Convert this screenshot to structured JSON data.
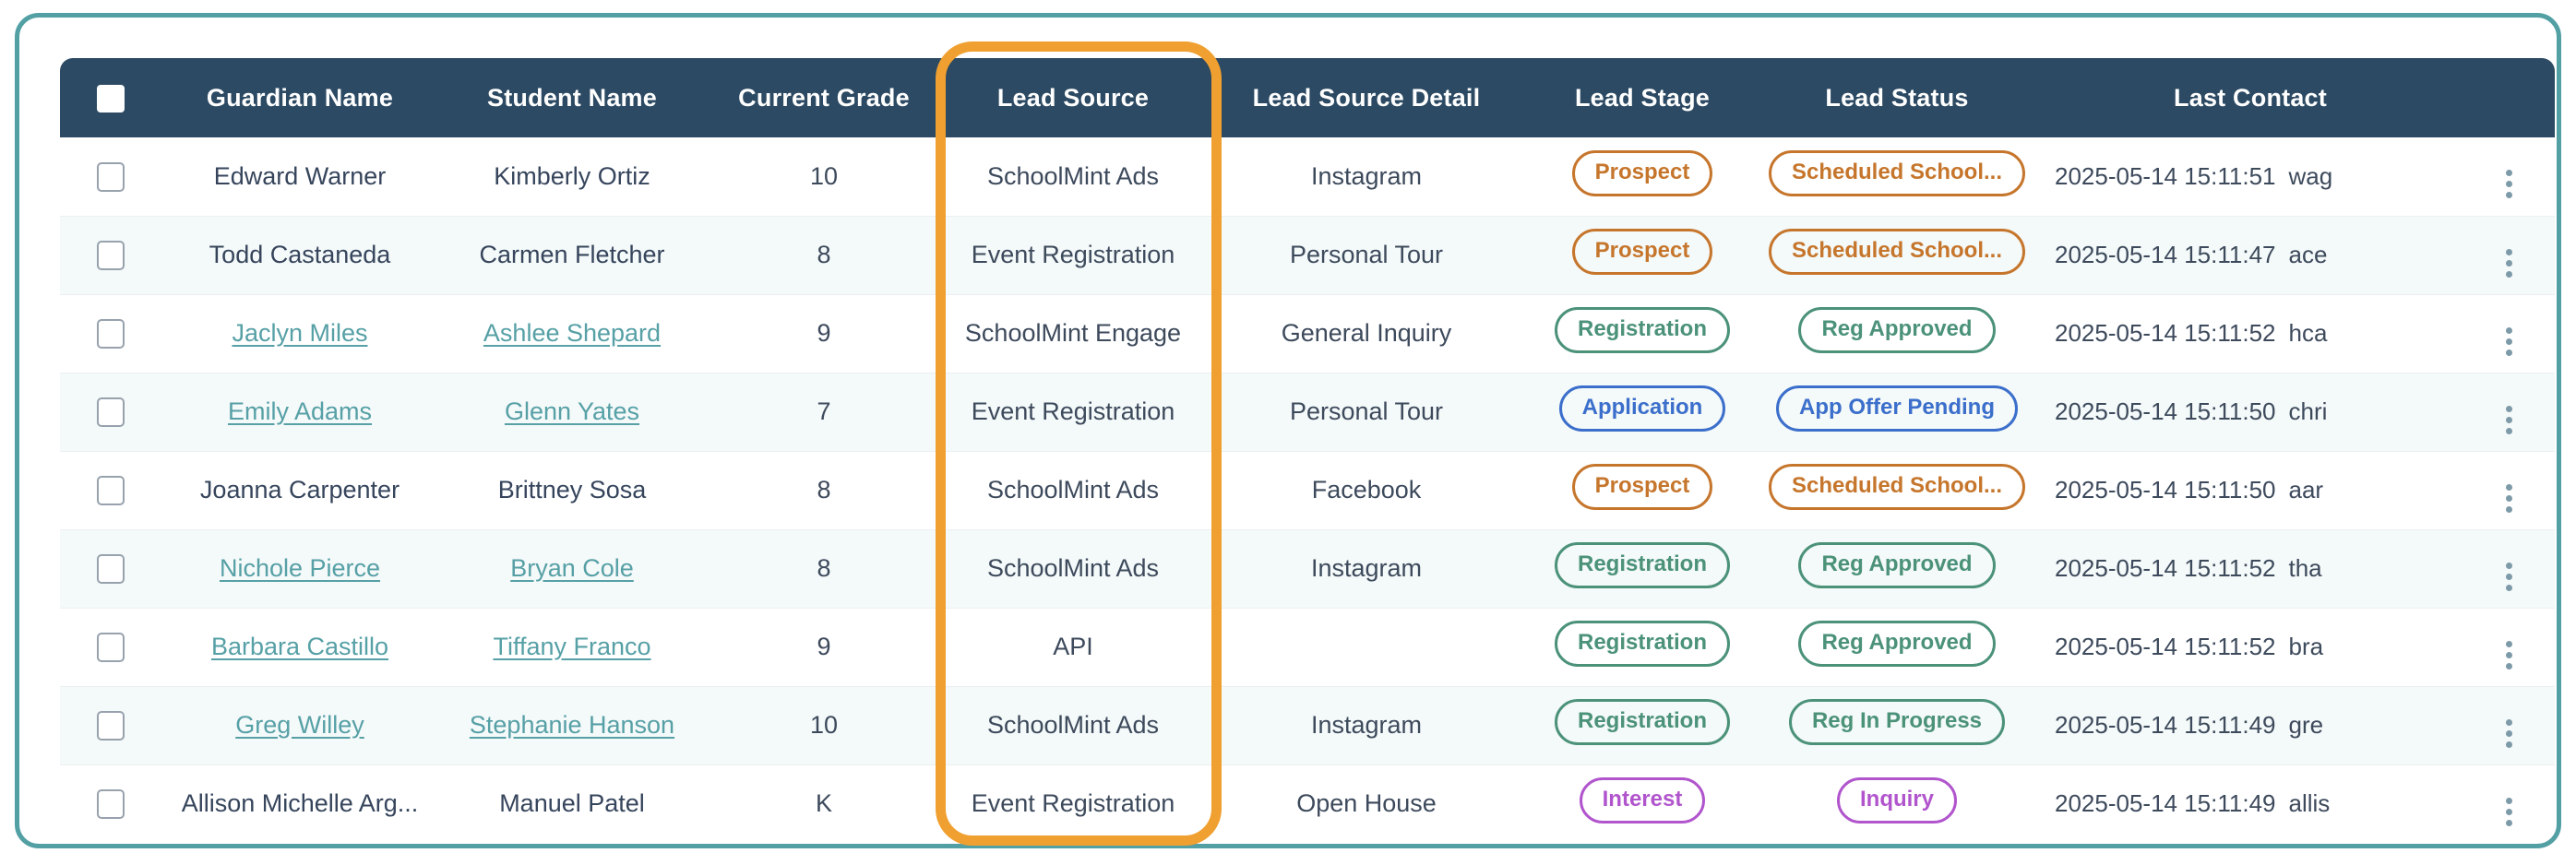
{
  "table": {
    "columns": [
      {
        "key": "select",
        "label": ""
      },
      {
        "key": "guardian",
        "label": "Guardian Name"
      },
      {
        "key": "student",
        "label": "Student Name"
      },
      {
        "key": "grade",
        "label": "Current Grade"
      },
      {
        "key": "source",
        "label": "Lead Source"
      },
      {
        "key": "detail",
        "label": "Lead Source Detail"
      },
      {
        "key": "stage",
        "label": "Lead Stage"
      },
      {
        "key": "status",
        "label": "Lead Status"
      },
      {
        "key": "last",
        "label": "Last Contact"
      },
      {
        "key": "menu",
        "label": ""
      }
    ],
    "select_all_checked": true,
    "rows": [
      {
        "guardian": "Edward Warner",
        "guardian_link": false,
        "student": "Kimberly Ortiz",
        "student_link": false,
        "grade": "10",
        "source": "SchoolMint Ads",
        "detail": "Instagram",
        "stage": "Prospect",
        "stage_color": "orange",
        "status": "Scheduled School...",
        "status_color": "orange",
        "last_time": "2025-05-14 15:11:51",
        "last_frag": "wag"
      },
      {
        "guardian": "Todd Castaneda",
        "guardian_link": false,
        "student": "Carmen Fletcher",
        "student_link": false,
        "grade": "8",
        "source": "Event Registration",
        "detail": "Personal Tour",
        "stage": "Prospect",
        "stage_color": "orange",
        "status": "Scheduled School...",
        "status_color": "orange",
        "last_time": "2025-05-14 15:11:47",
        "last_frag": "ace"
      },
      {
        "guardian": "Jaclyn Miles",
        "guardian_link": true,
        "student": "Ashlee Shepard",
        "student_link": true,
        "grade": "9",
        "source": "SchoolMint Engage",
        "detail": "General Inquiry",
        "stage": "Registration",
        "stage_color": "green",
        "status": "Reg Approved",
        "status_color": "green",
        "last_time": "2025-05-14 15:11:52",
        "last_frag": "hca"
      },
      {
        "guardian": "Emily Adams",
        "guardian_link": true,
        "student": "Glenn Yates",
        "student_link": true,
        "grade": "7",
        "source": "Event Registration",
        "detail": "Personal Tour",
        "stage": "Application",
        "stage_color": "blue",
        "status": "App Offer Pending",
        "status_color": "blue",
        "last_time": "2025-05-14 15:11:50",
        "last_frag": "chri"
      },
      {
        "guardian": "Joanna Carpenter",
        "guardian_link": false,
        "student": "Brittney Sosa",
        "student_link": false,
        "grade": "8",
        "source": "SchoolMint Ads",
        "detail": "Facebook",
        "stage": "Prospect",
        "stage_color": "orange",
        "status": "Scheduled School...",
        "status_color": "orange",
        "last_time": "2025-05-14 15:11:50",
        "last_frag": "aar"
      },
      {
        "guardian": "Nichole Pierce",
        "guardian_link": true,
        "student": "Bryan Cole",
        "student_link": true,
        "grade": "8",
        "source": "SchoolMint Ads",
        "detail": "Instagram",
        "stage": "Registration",
        "stage_color": "green",
        "status": "Reg Approved",
        "status_color": "green",
        "last_time": "2025-05-14 15:11:52",
        "last_frag": "tha"
      },
      {
        "guardian": "Barbara Castillo",
        "guardian_link": true,
        "student": "Tiffany Franco",
        "student_link": true,
        "grade": "9",
        "source": "API",
        "detail": "",
        "stage": "Registration",
        "stage_color": "green",
        "status": "Reg Approved",
        "status_color": "green",
        "last_time": "2025-05-14 15:11:52",
        "last_frag": "bra"
      },
      {
        "guardian": "Greg Willey",
        "guardian_link": true,
        "student": "Stephanie Hanson",
        "student_link": true,
        "grade": "10",
        "source": "SchoolMint Ads",
        "detail": "Instagram",
        "stage": "Registration",
        "stage_color": "green",
        "status": "Reg In Progress",
        "status_color": "green",
        "last_time": "2025-05-14 15:11:49",
        "last_frag": "gre"
      },
      {
        "guardian": "Allison Michelle Arg...",
        "guardian_link": false,
        "student": "Manuel Patel",
        "student_link": false,
        "grade": "K",
        "source": "Event Registration",
        "detail": "Open House",
        "stage": "Interest",
        "stage_color": "purple",
        "status": "Inquiry",
        "status_color": "purple",
        "last_time": "2025-05-14 15:11:49",
        "last_frag": "allis"
      }
    ]
  },
  "annotation": {
    "highlight_target": "Lead Source",
    "highlight_color": "#f0a030"
  },
  "colors": {
    "header_bg": "#2c4a63",
    "frame_border": "#53a0a4",
    "link": "#56a0a6",
    "badge_orange": "#c6762c",
    "badge_green": "#4b9279",
    "badge_blue": "#3b6fcb",
    "badge_purple": "#b155cd",
    "row_stripe": "#f4f9f9"
  }
}
